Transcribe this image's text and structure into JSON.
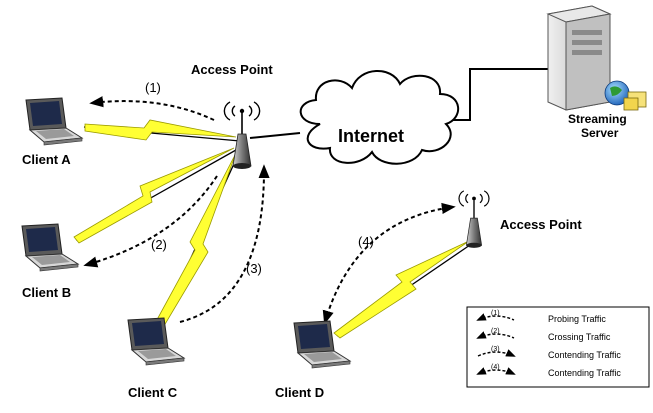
{
  "labels": {
    "access_point_1": "Access Point",
    "access_point_2": "Access Point",
    "internet": "Internet",
    "server_line1": "Streaming",
    "server_line2": "Server",
    "client_a": "Client A",
    "client_b": "Client B",
    "client_c": "Client C",
    "client_d": "Client D"
  },
  "arrow_labels": {
    "a1": "(1)",
    "a2": "(2)",
    "a3": "(3)",
    "a4": "(4)"
  },
  "legend": [
    {
      "num": "(1)",
      "text": "Probing Traffic"
    },
    {
      "num": "(2)",
      "text": "Crossing Traffic"
    },
    {
      "num": "(3)",
      "text": "Contending Traffic"
    },
    {
      "num": "(4)",
      "text": "Contending Traffic"
    }
  ],
  "colors": {
    "wireless": "#ffff33",
    "wireless_edge": "#9a9a00",
    "line": "#000000"
  },
  "icons": [
    "laptop-icon",
    "access-point-icon",
    "cloud-icon",
    "server-icon"
  ]
}
